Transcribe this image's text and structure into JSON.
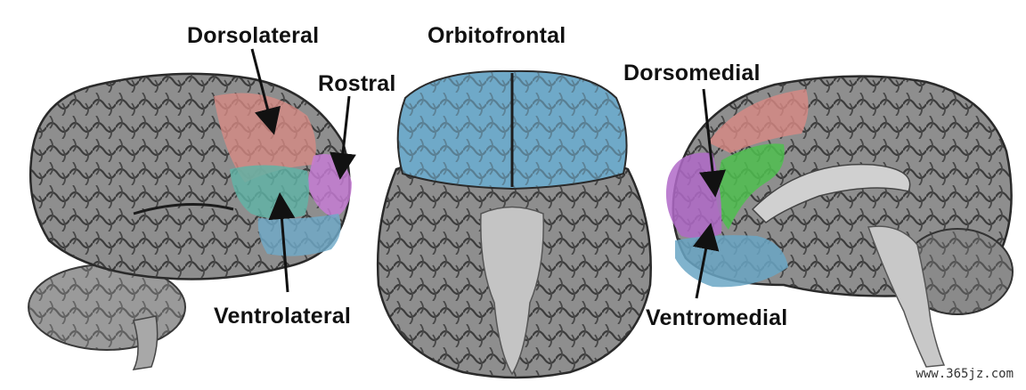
{
  "labels": {
    "dorsolateral": "Dorsolateral",
    "rostral": "Rostral",
    "ventrolateral": "Ventrolateral",
    "orbitofrontal": "Orbitofrontal",
    "dorsomedial": "Dorsomedial",
    "ventromedial": "Ventromedial"
  },
  "watermark": "www.365jz.com",
  "colors": {
    "dorsolateral": "#d98a84",
    "rostral": "#c77bd6",
    "ventrolateral": "#5fb3a6",
    "orbitofrontal": "#6fa9c8",
    "ventromedial": "#6aa6c4",
    "dorsomedial_green": "#4fbf4f",
    "dorsomedial_purple": "#b06ac8",
    "cortex": "#8c8c8c",
    "cortex_dark": "#5a5a5a",
    "arrow": "#111111"
  },
  "views": [
    {
      "name": "lateral-view"
    },
    {
      "name": "ventral-view"
    },
    {
      "name": "medial-view"
    }
  ]
}
